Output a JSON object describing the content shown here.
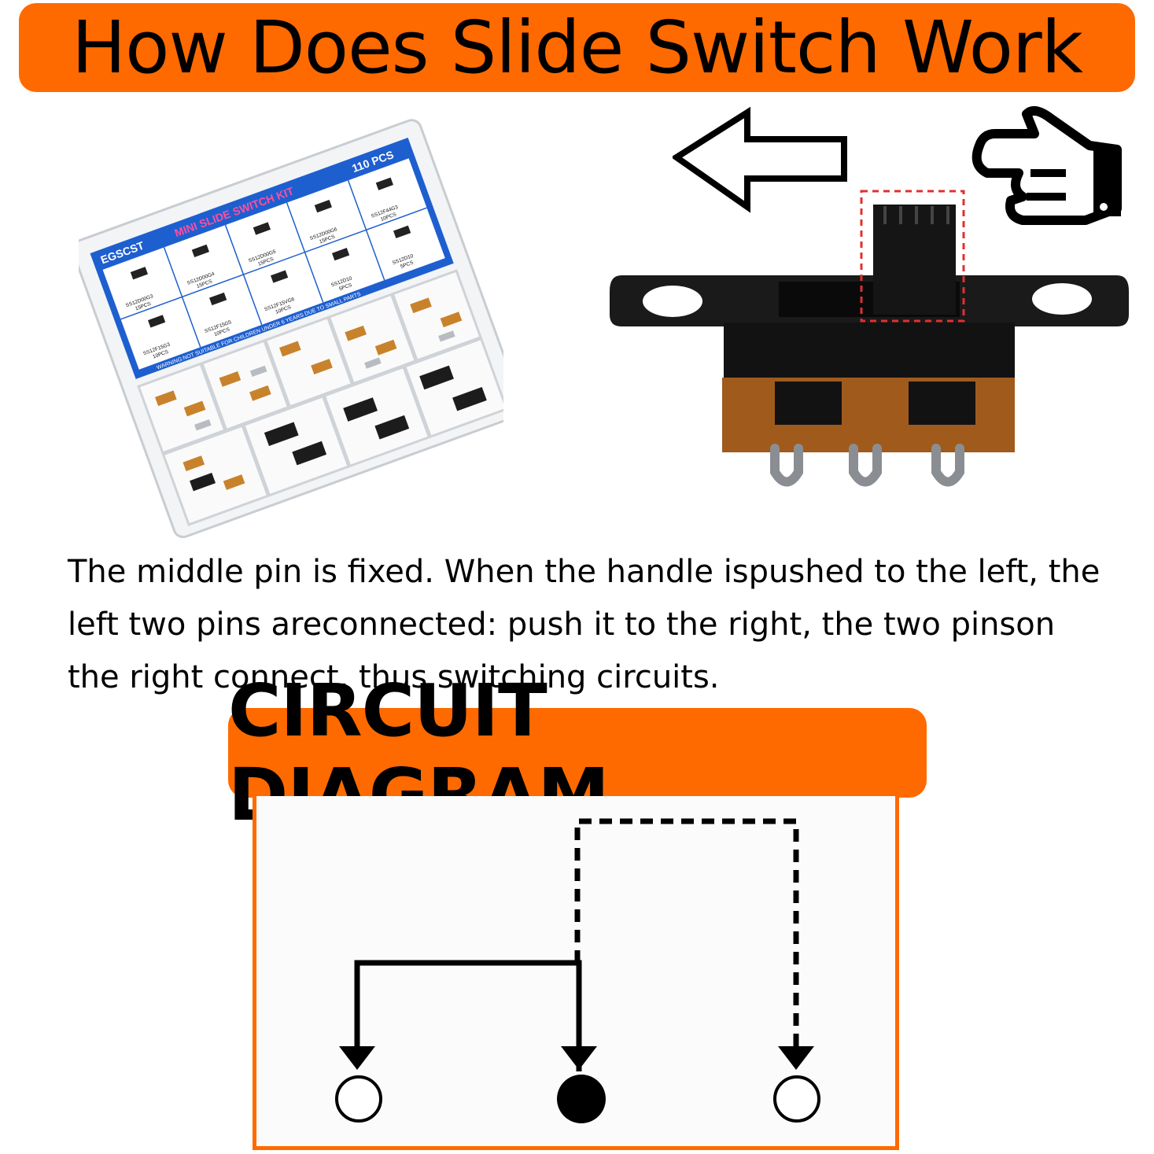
{
  "header": {
    "title": "How Does Slide Switch Work"
  },
  "kit": {
    "brand": "EGSCST",
    "name": "MINI SLIDE SWITCH KIT",
    "count": "110 PCS",
    "warning": "WARNING:NOT SUITABLE FOR CHILDREN UNDER 6 YEARS DUE TO SMALL PARTS",
    "labels": [
      {
        "code": "SS12D00G3",
        "qty": "15PCS"
      },
      {
        "code": "SS12D00G4",
        "qty": "15PCS"
      },
      {
        "code": "SS12D00G5",
        "qty": "15PCS"
      },
      {
        "code": "SS12D00G6",
        "qty": "15PCS"
      },
      {
        "code": "SS12F44G3",
        "qty": "10PCS"
      },
      {
        "code": "SS12F15G3",
        "qty": "10PCS"
      },
      {
        "code": "SS12F15G5",
        "qty": "10PCS"
      },
      {
        "code": "SS12F15VG6",
        "qty": "10PCS"
      },
      {
        "code": "SS12D10",
        "qty": "5PCS"
      },
      {
        "code": "SS12D10",
        "qty": "5PCS"
      }
    ]
  },
  "description": "The middle pin is fixed. When the handle ispushed to the left, the left two pins areconnected: push it to the right, the two pinson the right connect, thus switching circuits.",
  "circuit": {
    "title": "CIRCUIT DIAGRAM"
  },
  "colors": {
    "accent": "#ff6a00",
    "text": "#000000"
  }
}
